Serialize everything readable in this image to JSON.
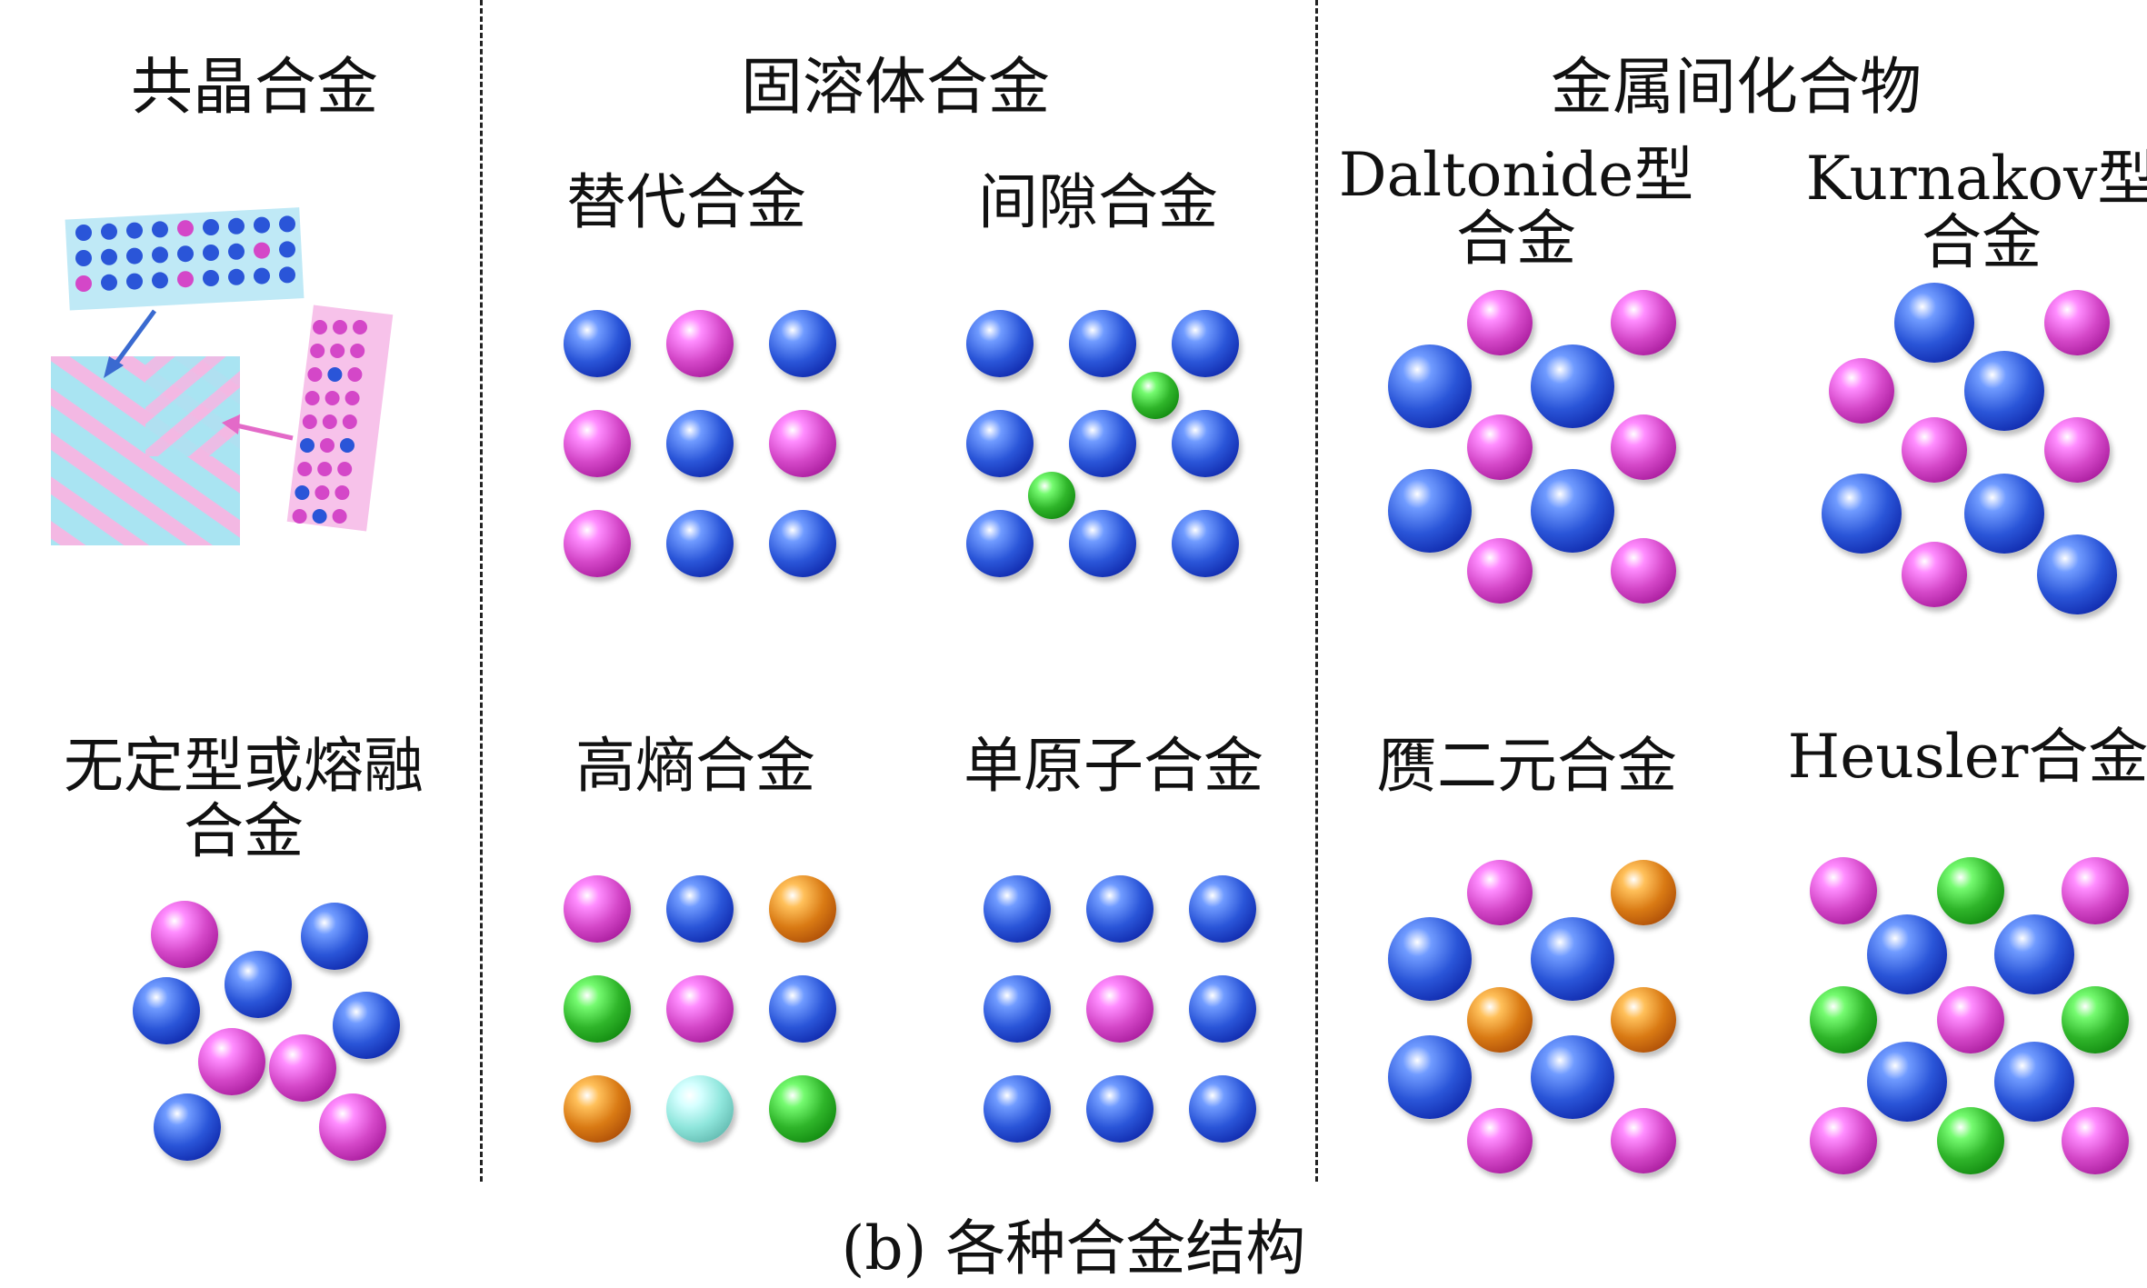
{
  "headers": {
    "eutectic": "共晶合金",
    "solid_solution": "固溶体合金",
    "intermetallic": "金属间化合物"
  },
  "labels": {
    "substitutional": "替代合金",
    "interstitial": "间隙合金",
    "daltonide_line1": "Daltonide型",
    "daltonide_line2": "合金",
    "kurnakov_line1": "Kurnakov型",
    "kurnakov_line2": "合金",
    "amorphous_line1": "无定型或熔融",
    "amorphous_line2": "合金",
    "high_entropy": "高熵合金",
    "single_atom": "单原子合金",
    "pseudo_binary": "赝二元合金",
    "heusler": "Heusler合金"
  },
  "caption": "(b) 各种合金结构",
  "colors": {
    "blue": "#2a55d8",
    "magenta": "#d447c8",
    "green": "#2fb52a",
    "orange": "#d97a14",
    "cyan": "#8fe6dc",
    "eutectic_stripe_a": "#a9e4f2",
    "eutectic_stripe_b": "#f3b8e3"
  },
  "atoms": {
    "substitutional": [
      "blue",
      "magenta",
      "blue",
      "magenta",
      "blue",
      "magenta",
      "magenta",
      "blue",
      "blue"
    ],
    "high_entropy": [
      "magenta",
      "blue",
      "orange",
      "green",
      "magenta",
      "blue",
      "orange",
      "cyan",
      "green"
    ],
    "single_atom": [
      "blue",
      "blue",
      "blue",
      "blue",
      "magenta",
      "blue",
      "blue",
      "blue",
      "blue"
    ]
  }
}
